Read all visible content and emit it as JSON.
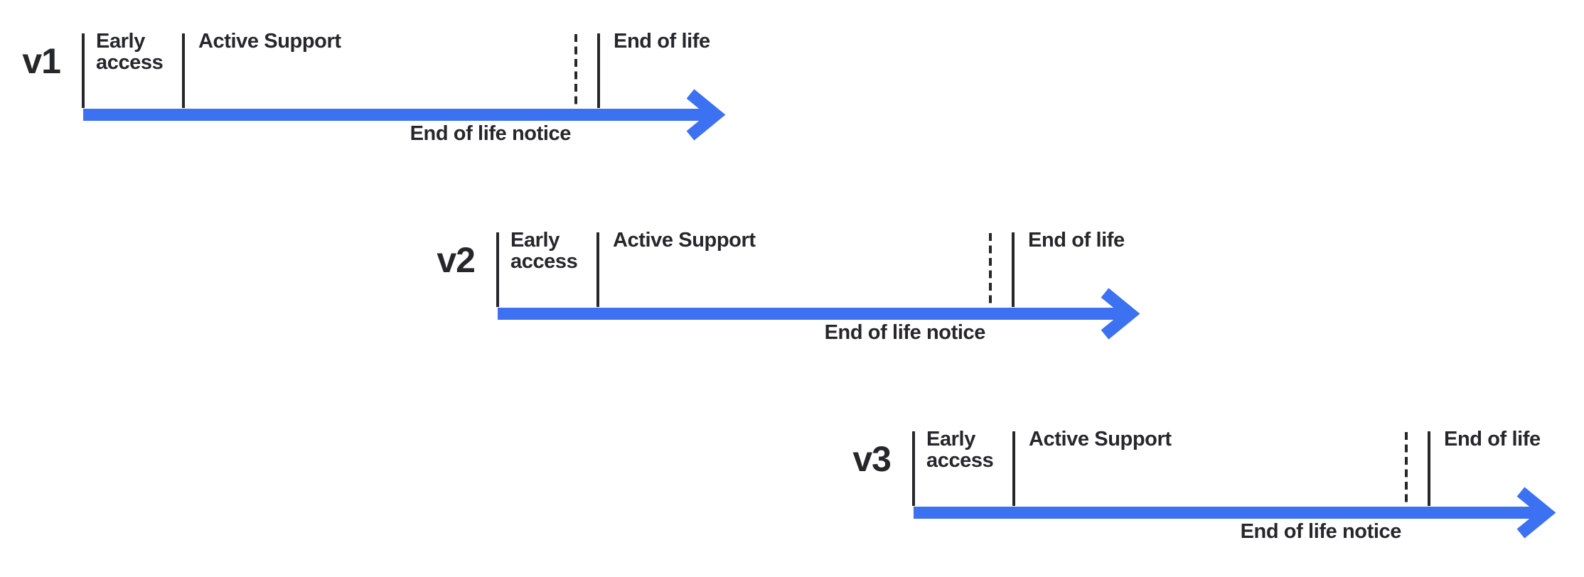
{
  "diagram": {
    "kind": "release-lifecycle-timelines",
    "colors": {
      "accent_blue": "#3c71f1",
      "ink": "#25272b"
    },
    "timelines": [
      {
        "version_label": "v1",
        "early_access_label": "Early access",
        "active_support_label": "Active Support",
        "end_of_life_label": "End of life",
        "end_of_life_notice_label": "End of life notice"
      },
      {
        "version_label": "v2",
        "early_access_label": "Early access",
        "active_support_label": "Active Support",
        "end_of_life_label": "End of life",
        "end_of_life_notice_label": "End of life notice"
      },
      {
        "version_label": "v3",
        "early_access_label": "Early access",
        "active_support_label": "Active Support",
        "end_of_life_label": "End of life",
        "end_of_life_notice_label": "End of life notice"
      }
    ]
  }
}
